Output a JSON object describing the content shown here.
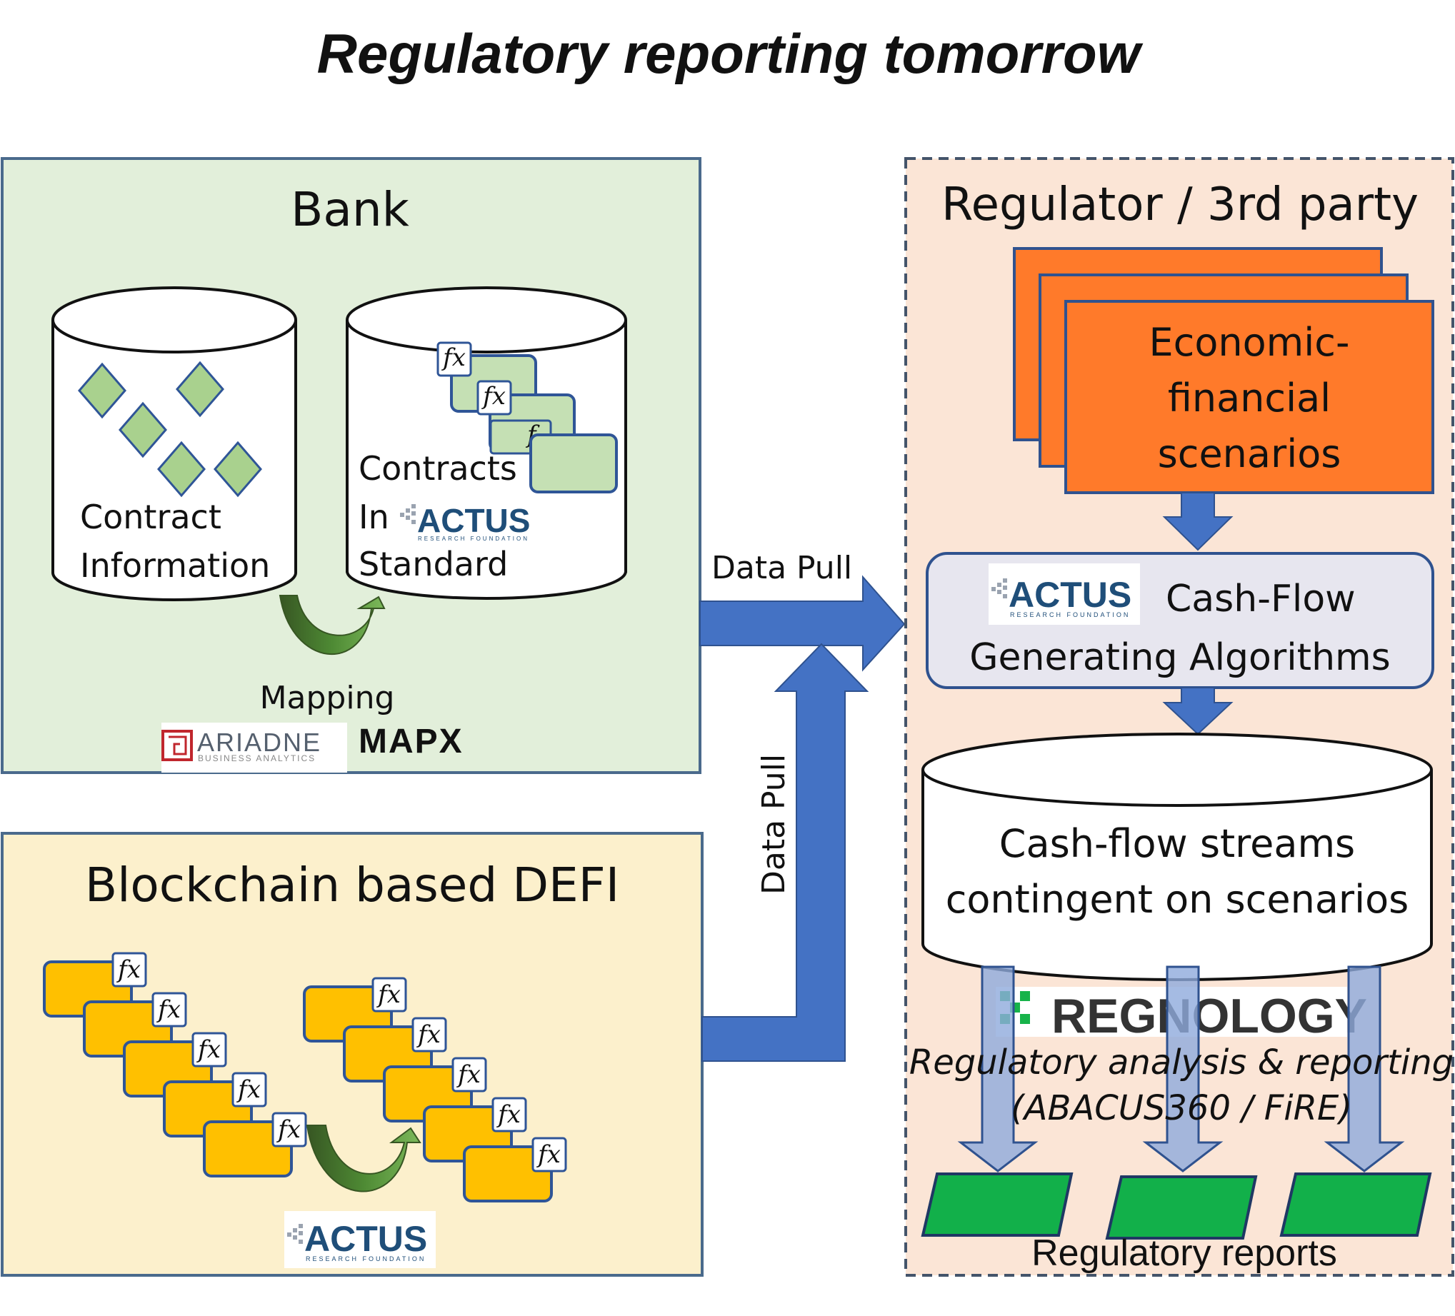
{
  "title": "Regulatory reporting tomorrow",
  "bank": {
    "title": "Bank",
    "db1_line1": "Contract",
    "db1_line2": "Information",
    "db2_line1": "Contracts",
    "db2_line2": "In",
    "db2_line3": "Standard",
    "mapping": "Mapping",
    "fx": "fx",
    "fx_partial": "f"
  },
  "logos": {
    "actus": "ACTUS",
    "actus_sub": "RESEARCH FOUNDATION",
    "ariadne": "ARIADNE",
    "ariadne_sub": "BUSINESS ANALYTICS",
    "mapx": "MAPX",
    "regnology": "REGNOLOGY"
  },
  "defi": {
    "title": "Blockchain based DEFI",
    "fx": "fx"
  },
  "arrows": {
    "data_pull_top": "Data Pull",
    "data_pull_vertical": "Data Pull"
  },
  "regulator": {
    "title": "Regulator / 3rd party",
    "scen_line1": "Economic-",
    "scen_line2": "financial",
    "scen_line3": "scenarios",
    "cf_line1": "Cash-Flow",
    "cf_line2": "Generating Algorithms",
    "streams_line1": "Cash-flow streams",
    "streams_line2": "contingent on scenarios",
    "analysis_line1": "Regulatory analysis & reporting",
    "analysis_line2": "(ABACUS360 / FiRE)",
    "reports": "Regulatory reports"
  },
  "colors": {
    "bank_bg": "#e2efda",
    "defi_bg": "#fcf0cc",
    "regulator_bg": "#fbe5d6",
    "blue_arrow": "#4472c4",
    "orange": "#ff7a2a",
    "yellow_card": "#ffc000",
    "green_card": "#c5e0b4",
    "report_green": "#12b04a"
  }
}
